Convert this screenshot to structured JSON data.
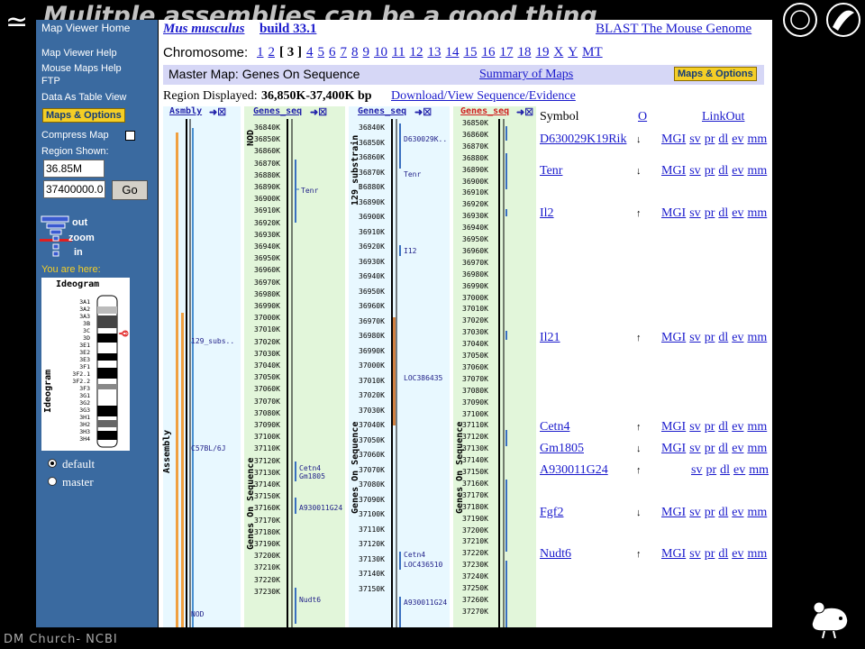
{
  "slide": {
    "title": "Mulitple assemblies can be a good thing",
    "footer": "DM Church- NCBI"
  },
  "left_panel": {
    "links": [
      "Map Viewer Home",
      "Map Viewer Help",
      "Mouse Maps Help",
      "FTP",
      "Data As Table View"
    ],
    "maps_options_label": "Maps & Options",
    "compress_map_label": "Compress Map",
    "region_shown_label": "Region Shown:",
    "region_start_value": "36.85M",
    "region_end_value": "37400000.0",
    "go_label": "Go",
    "zoom": {
      "out": "out",
      "zoom": "zoom",
      "in": "in"
    },
    "you_are_here_label": "You are here:",
    "ideogram_title": "Ideogram",
    "ideogram_side_label": "Ideogram",
    "bands": [
      "3A1",
      "3A2",
      "3A3",
      "3B",
      "3C",
      "3D",
      "3E1",
      "3E2",
      "3E3",
      "3F1",
      "3F2.1",
      "3F2.2",
      "3F3",
      "3G1",
      "3G2",
      "3G3",
      "3H1",
      "3H2",
      "3H3",
      "3H4"
    ],
    "radio_default": "default",
    "radio_master": "master"
  },
  "header": {
    "species": "Mus musculus",
    "build": "build 33.1",
    "blast_link": "BLAST The Mouse Genome",
    "chromosome_label": "Chromosome:",
    "chromosomes": [
      "1",
      "2",
      "3",
      "4",
      "5",
      "6",
      "7",
      "8",
      "9",
      "10",
      "11",
      "12",
      "13",
      "14",
      "15",
      "16",
      "17",
      "18",
      "19",
      "X",
      "Y",
      "MT"
    ],
    "current_chromosome": "3",
    "master_map_label": "Master Map: Genes On Sequence",
    "summary_link": "Summary of Maps",
    "maps_options_label": "Maps & Options",
    "region_label": "Region Displayed:",
    "region_value": "36,850K-37,400K bp",
    "download_link": "Download/View Sequence/Evidence"
  },
  "tracks": {
    "asmbly_header": "Asmbly",
    "genes_seq_header": "Genes_seq",
    "assembly_vertical": "Assembly",
    "genes_on_sequence_vertical": "Genes On Sequence",
    "nod_label": "NOD",
    "strain_129_vertical": "129_substrain",
    "asm_labels": [
      "129_subs..",
      "C57BL/6J",
      "NOD"
    ],
    "nod_ticks": [
      "36840K",
      "36850K",
      "36860K",
      "36870K",
      "36880K",
      "36890K",
      "36900K",
      "36910K",
      "36920K",
      "36930K",
      "36940K",
      "36950K",
      "36960K",
      "36970K",
      "36980K",
      "36990K",
      "37000K",
      "37010K",
      "37020K",
      "37030K",
      "37040K",
      "37050K",
      "37060K",
      "37070K",
      "37080K",
      "37090K",
      "37100K",
      "37110K",
      "37120K",
      "37130K",
      "37140K",
      "37150K",
      "37160K",
      "37170K",
      "37180K",
      "37190K",
      "37200K",
      "37210K",
      "37220K",
      "37230K"
    ],
    "nod_genes": [
      "Tenr",
      "Cetn4",
      "Gm1805",
      "A930011G24",
      "Nudt6"
    ],
    "s129_ticks": [
      "36840K",
      "36850K",
      "36860K",
      "36870K",
      "36880K",
      "36890K",
      "36900K",
      "36910K",
      "36920K",
      "36930K",
      "36940K",
      "36950K",
      "36960K",
      "36970K",
      "36980K",
      "36990K",
      "37000K",
      "37010K",
      "37020K",
      "37030K",
      "37040K",
      "37050K",
      "37060K",
      "37070K",
      "37080K",
      "37090K",
      "37100K",
      "37110K",
      "37120K",
      "37130K",
      "37140K",
      "37150K"
    ],
    "s129_genes": [
      "D630029K..",
      "Tenr",
      "I12",
      "LOC386435",
      "Cetn4",
      "LOC436510",
      "A930011G24"
    ],
    "c57_ticks": [
      "36850K",
      "36860K",
      "36870K",
      "36880K",
      "36890K",
      "36900K",
      "36910K",
      "36920K",
      "36930K",
      "36940K",
      "36950K",
      "36960K",
      "36970K",
      "36980K",
      "36990K",
      "37000K",
      "37010K",
      "37020K",
      "37030K",
      "37040K",
      "37050K",
      "37060K",
      "37070K",
      "37080K",
      "37090K",
      "37100K",
      "37110K",
      "37120K",
      "37130K",
      "37140K",
      "37150K",
      "37160K",
      "37170K",
      "37180K",
      "37190K",
      "37200K",
      "37210K",
      "37220K",
      "37230K",
      "37240K",
      "37250K",
      "37260K",
      "37270K"
    ]
  },
  "gene_table": {
    "symbol_header": "Symbol",
    "o_header": "O",
    "linkout_header": "LinkOut",
    "rows": [
      {
        "symbol": "D630029K19Rik",
        "orient": "↓",
        "links": [
          "MGI",
          "sv",
          "pr",
          "dl",
          "ev",
          "mm"
        ]
      },
      {
        "symbol": "Tenr",
        "orient": "↓",
        "links": [
          "MGI",
          "sv",
          "pr",
          "dl",
          "ev",
          "mm"
        ]
      },
      {
        "symbol": "Il2",
        "orient": "↑",
        "links": [
          "MGI",
          "sv",
          "pr",
          "dl",
          "ev",
          "mm"
        ]
      },
      {
        "symbol": "Il21",
        "orient": "↑",
        "links": [
          "MGI",
          "sv",
          "pr",
          "dl",
          "ev",
          "mm"
        ]
      },
      {
        "symbol": "Cetn4",
        "orient": "↑",
        "links": [
          "MGI",
          "sv",
          "pr",
          "dl",
          "ev",
          "mm"
        ]
      },
      {
        "symbol": "Gm1805",
        "orient": "↓",
        "links": [
          "MGI",
          "sv",
          "pr",
          "dl",
          "ev",
          "mm"
        ]
      },
      {
        "symbol": "A930011G24",
        "orient": "↑",
        "links": [
          "sv",
          "pr",
          "dl",
          "ev",
          "mm"
        ]
      },
      {
        "symbol": "Fgf2",
        "orient": "↓",
        "links": [
          "MGI",
          "sv",
          "pr",
          "dl",
          "ev",
          "mm"
        ]
      },
      {
        "symbol": "Nudt6",
        "orient": "↑",
        "links": [
          "MGI",
          "sv",
          "pr",
          "dl",
          "ev",
          "mm"
        ]
      }
    ]
  }
}
